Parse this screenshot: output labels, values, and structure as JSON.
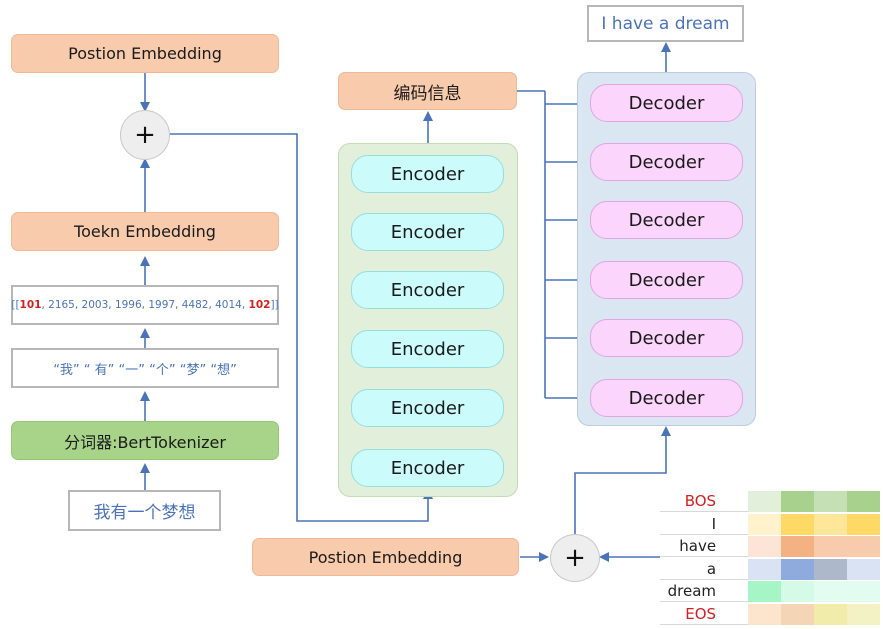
{
  "left": {
    "position_embedding": "Postion Embedding",
    "plus": "+",
    "token_embedding": "Toekn Embedding",
    "token_ids": {
      "open": "[[",
      "bos_id": "101",
      "middle": ", 2165, 2003, 1996, 1997, 4482, 4014, ",
      "eos_id": "102",
      "close": "]]"
    },
    "tokens": "“我” “ 有” “一” “个” “梦” “想”",
    "tokenizer": "分词器:BertTokenizer",
    "input_sentence": "我有一个梦想"
  },
  "encoder": {
    "memory_label": "编码信息",
    "layers": [
      "Encoder",
      "Encoder",
      "Encoder",
      "Encoder",
      "Encoder",
      "Encoder"
    ]
  },
  "decoder": {
    "output": "I have a dream",
    "layers": [
      "Decoder",
      "Decoder",
      "Decoder",
      "Decoder",
      "Decoder",
      "Decoder"
    ]
  },
  "bottom": {
    "position_embedding": "Postion Embedding",
    "plus": "+"
  },
  "target_embedding": {
    "words": [
      "BOS",
      "I",
      "have",
      "a",
      "dream",
      "EOS"
    ],
    "special_color": "#d42020",
    "rows": [
      [
        "#e2efda",
        "#a9d18e",
        "#c5e0b4",
        "#a9d18e"
      ],
      [
        "#fff2cc",
        "#ffd966",
        "#ffe699",
        "#ffd966"
      ],
      [
        "#fce4d6",
        "#f4b183",
        "#f8cbad",
        "#f8cbad"
      ],
      [
        "#dae3f3",
        "#8faadc",
        "#adb9ca",
        "#dae3f3"
      ],
      [
        "#a6f5c7",
        "#d5fbe8",
        "#e2fdf0",
        "#e2fdf0"
      ],
      [
        "#fde4cc",
        "#f4d5b5",
        "#f1ecaa",
        "#f2f2c4"
      ]
    ]
  },
  "colors": {
    "arrow": "#4a74b8",
    "encoder_panel": "#e2efda",
    "decoder_panel": "#dae6f2"
  }
}
